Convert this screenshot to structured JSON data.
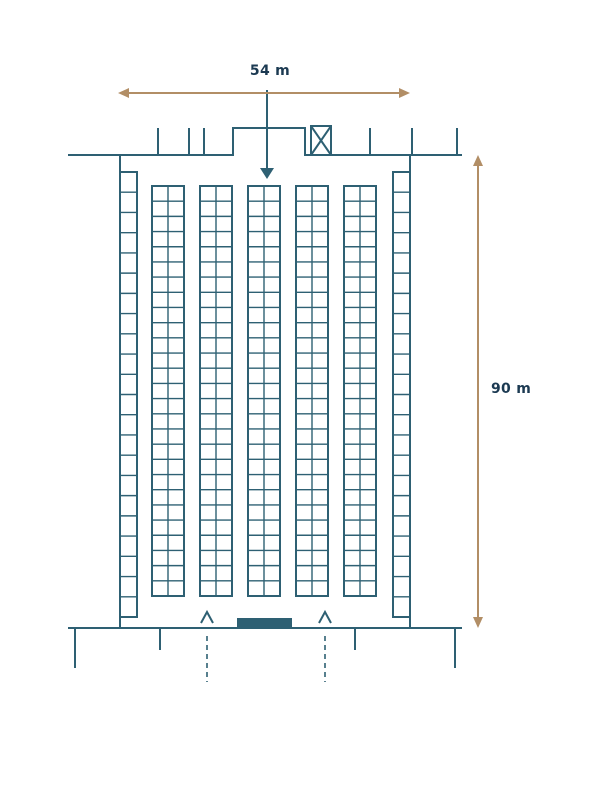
{
  "dimensions": {
    "width": {
      "label": "54 m"
    },
    "height": {
      "label": "90 m"
    }
  },
  "colors": {
    "structure": "#2E6073",
    "dimension_arrow": "#B28E66",
    "label_text": "#1C3A52",
    "background": "#FFFFFF"
  },
  "layout_elements": {
    "middle_racks": {
      "count": 5,
      "columns_per_rack": 2,
      "rows": 27
    },
    "side_racks": {
      "count": 2,
      "columns_per_rack": 1,
      "rows": 22
    },
    "entrance": {
      "symbol": "down-arrow"
    },
    "door": {
      "symbol": "x-box"
    },
    "exit_markers": {
      "count": 2,
      "symbol": "up-chevron-with-dashed-line"
    },
    "dock": {
      "symbol": "filled-rectangle"
    }
  }
}
